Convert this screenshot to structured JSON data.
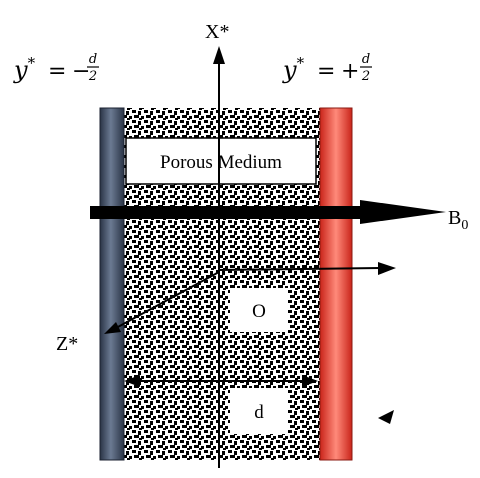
{
  "labels": {
    "x_axis": "X*",
    "z_axis": "Z*",
    "origin": "O",
    "gap": "d",
    "field_base": "B",
    "field_sub": "0",
    "porous": "Porous Medium"
  },
  "left_plate": {
    "var": "y",
    "star": "*",
    "eq": "=",
    "sign": "−",
    "num": "d",
    "den": "2"
  },
  "right_plate": {
    "var": "y",
    "star": "*",
    "eq": "=",
    "sign": "+",
    "num": "d",
    "den": "2"
  },
  "colors": {
    "cold_plate": "#3d4a5f",
    "hot_plate": "#e53a2a",
    "porous_speckle": "#000000",
    "ink": "#000000"
  },
  "icons": {
    "field_arrow": "thick-right-arrow",
    "corner_marker": "triangle-marker"
  }
}
